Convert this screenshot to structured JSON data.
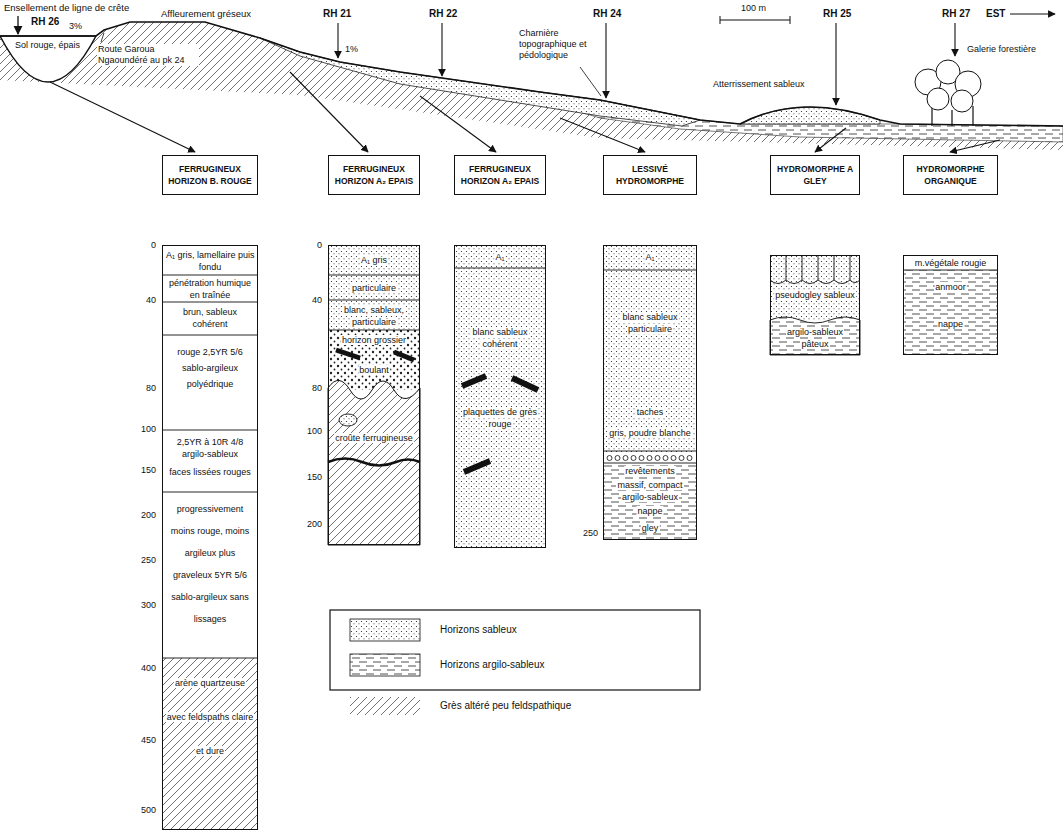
{
  "diagram": {
    "nodes": [
      {
        "text": [
          "FERRUGINEUX HORIZON B. ROUGE"
        ]
      },
      {
        "text": [
          "FERRUGINEUX HORIZON A₂ EPAIS"
        ]
      },
      {
        "text": [
          "FERRUGINEUX HORIZON A₂ EPAIS"
        ]
      },
      {
        "text": [
          "LESSIVÉ HYDROMORPHE"
        ]
      },
      {
        "text": [
          "HYDROMORPHE A GLEY"
        ]
      },
      {
        "text": [
          "HYDROMORPHE ORGANIQUE"
        ]
      },
      {
        "text": [
          "A₁ gris, lamellaire puis fondu",
          "pénétration humique en traînée",
          "brun, sableux cohérent",
          "rouge 2,5YR 5/6 sablo-argileux polyédrique",
          "2,5YR à 10R 4/8 argilo-sableux",
          "faces lissées rouges",
          "progressivement moins rouge, moins argileux plus graveleux 5YR 5/6 sablo-argileux sans lissages",
          "arène quartzeuse avec feldspaths claire et dure"
        ]
      },
      {
        "text": [
          "A₁ gris",
          "particulaire",
          "blanc, sableux, particulaire",
          "horizon grossier",
          "boulant",
          "croûte ferrugineuse"
        ]
      },
      {
        "text": [
          "A₁",
          "blanc sableux cohérent",
          "plaquettes de grès rouge"
        ]
      },
      {
        "text": [
          "A₁",
          "blanc sableux particulaire",
          "taches",
          "gris, poudre blanche",
          "revêtements",
          "massif, compact argilo-sableux",
          "nappe",
          "gley"
        ]
      },
      {
        "text": [
          "pseudogley sableux",
          "argilo-sableux pâteux"
        ]
      },
      {
        "text": [
          "m.végétale rougie",
          "anmoor",
          "nappe"
        ]
      }
    ],
    "labels": [
      "Ensellement de ligne de crête",
      "RH 26",
      "3%",
      "Sol rouge, épais",
      "Affleurement gréseux",
      "Route Garoua Ngaoundéré au pk 24",
      "RH 21",
      "1%",
      "RH 22",
      "Charnière topographique et pédologique",
      "RH 24",
      "100 m",
      "Atterrissement sableux",
      "RH 25",
      "RH 27",
      "Galerie forestière",
      "EST",
      "0",
      "40",
      "80",
      "100",
      "150",
      "200",
      "250",
      "300",
      "400",
      "450",
      "500",
      "0",
      "40",
      "80",
      "100",
      "150",
      "200",
      "250"
    ],
    "legend": [
      {
        "text": "Horizons sableux"
      },
      {
        "text": "Horizons argilo-sableux"
      },
      {
        "text": "Grès altéré peu feldspathique"
      }
    ]
  }
}
